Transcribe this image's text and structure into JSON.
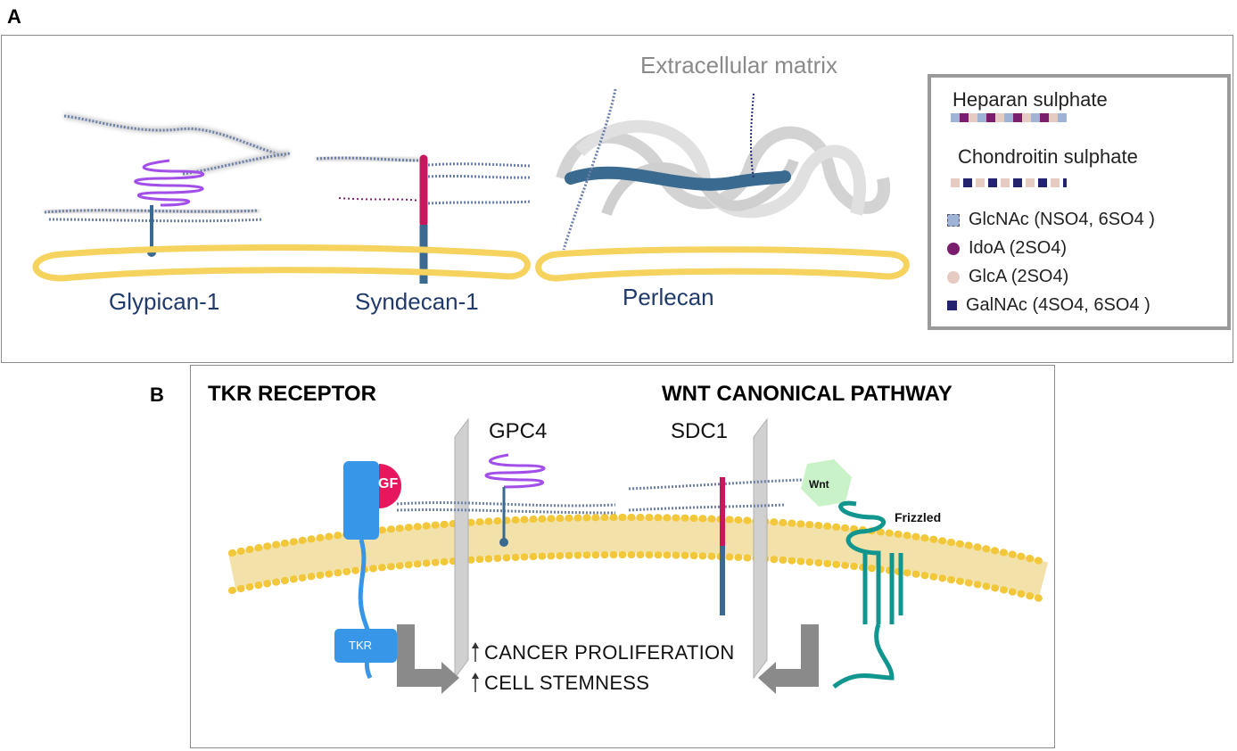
{
  "panel_a": {
    "letter": "A",
    "ecm_label": "Extracellular matrix",
    "proteoglycans": [
      {
        "name": "Glypican-1"
      },
      {
        "name": "Syndecan-1"
      },
      {
        "name": "Perlecan"
      }
    ],
    "legend": {
      "heparan_title": "Heparan  sulphate",
      "chondroitin_title": "Chondroitin  sulphate",
      "items": [
        {
          "icon": "glcnac-square-icon",
          "color": "#9fb3d6",
          "label": "GlcNAc (NSO4,  6SO4 )"
        },
        {
          "icon": "idoa-circle-icon",
          "color": "#7a1f6e",
          "label": "IdoA (2SO4)"
        },
        {
          "icon": "glca-circle-icon",
          "color": "#e6cbc3",
          "label": "GlcA (2SO4)"
        },
        {
          "icon": "galnac-square-icon",
          "color": "#23236e",
          "label": "GalNAc (4SO4,  6SO4 )"
        }
      ]
    }
  },
  "panel_b": {
    "letter": "B",
    "left_heading": "TKR RECEPTOR",
    "right_heading": "WNT CANONICAL PATHWAY",
    "gpc4": "GPC4",
    "sdc1": "SDC1",
    "gf": "GF",
    "tkr": "TKR",
    "wnt": "Wnt",
    "frizzled": "Frizzled",
    "outcome_1": "CANCER PROLIFERATION",
    "outcome_2": "CELL STEMNESS"
  },
  "colors": {
    "membrane": "#f5d35e",
    "core_protein_blue": "#3a6a90",
    "syndecan_red": "#c8175d",
    "glypican_purple": "#a24ee8",
    "tkr_blue": "#3796e8",
    "gf_pink": "#e6175f",
    "frizzled_teal": "#11958f",
    "arrow_gray": "#8a8a8a"
  }
}
